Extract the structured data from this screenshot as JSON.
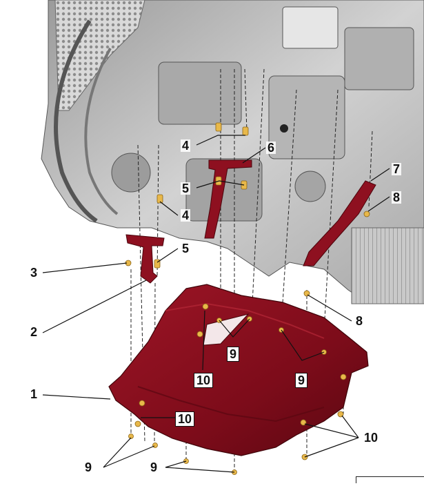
{
  "diagram": {
    "callouts": [
      {
        "id": "c4a",
        "label": "4"
      },
      {
        "id": "c6",
        "label": "6"
      },
      {
        "id": "c5a",
        "label": "5"
      },
      {
        "id": "c7",
        "label": "7"
      },
      {
        "id": "c8a",
        "label": "8"
      },
      {
        "id": "c4b",
        "label": "4"
      },
      {
        "id": "c5b",
        "label": "5"
      },
      {
        "id": "c3",
        "label": "3"
      },
      {
        "id": "c2",
        "label": "2"
      },
      {
        "id": "c8b",
        "label": "8"
      },
      {
        "id": "c9a",
        "label": "9"
      },
      {
        "id": "c10a",
        "label": "10"
      },
      {
        "id": "c9b",
        "label": "9"
      },
      {
        "id": "c1",
        "label": "1"
      },
      {
        "id": "c10b",
        "label": "10"
      },
      {
        "id": "c10c",
        "label": "10"
      },
      {
        "id": "c9c",
        "label": "9"
      },
      {
        "id": "c9d",
        "label": "9"
      }
    ],
    "colors": {
      "shield": "#8b0f1e",
      "shield_dark": "#5e0812",
      "bracket": "#8e1020",
      "fastener": "#e8b84a",
      "engine": "#bdbdbd",
      "engine_dark": "#7a7a7a",
      "leader": "#111111"
    }
  }
}
